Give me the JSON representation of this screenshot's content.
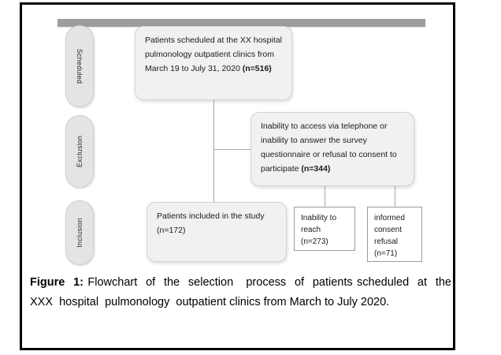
{
  "figure": {
    "top_bar": "header-rule",
    "stages": [
      {
        "id": "scheduled",
        "label": "Scheduled"
      },
      {
        "id": "exclusion",
        "label": "Exclusion"
      },
      {
        "id": "inclusion",
        "label": "Inclusion"
      }
    ],
    "nodes": {
      "scheduled": {
        "text": "Patients scheduled at the XX hospital  pulmonology outpatient clinics from March 19 to July 31, 2020 ",
        "count": "(n=516)"
      },
      "exclusion": {
        "text": "Inability to access via  telephone or inability to answer the survey questionnaire or refusal to consent to participate  ",
        "count": "(n=344)"
      },
      "included": {
        "text": "Patients included in the study",
        "count": " (n=172)"
      },
      "unreached": {
        "text": "Inability to reach",
        "count": "(n=273)"
      },
      "refusal": {
        "text": "informed consent refusal",
        "count": "(n=71)"
      }
    }
  },
  "caption": {
    "label": "Figure  1:",
    "text": " Flowchart  of  the  selection   process  of  patients scheduled  at  the  XXX  hospital  pulmonology  outpatient clinics from March to July 2020."
  },
  "colors": {
    "bar": "#9d9d9d",
    "pill_fill": "#e4e4e4",
    "box_fill": "#f1f1f1",
    "connector": "#a8a8a8",
    "frame": "#000000"
  }
}
